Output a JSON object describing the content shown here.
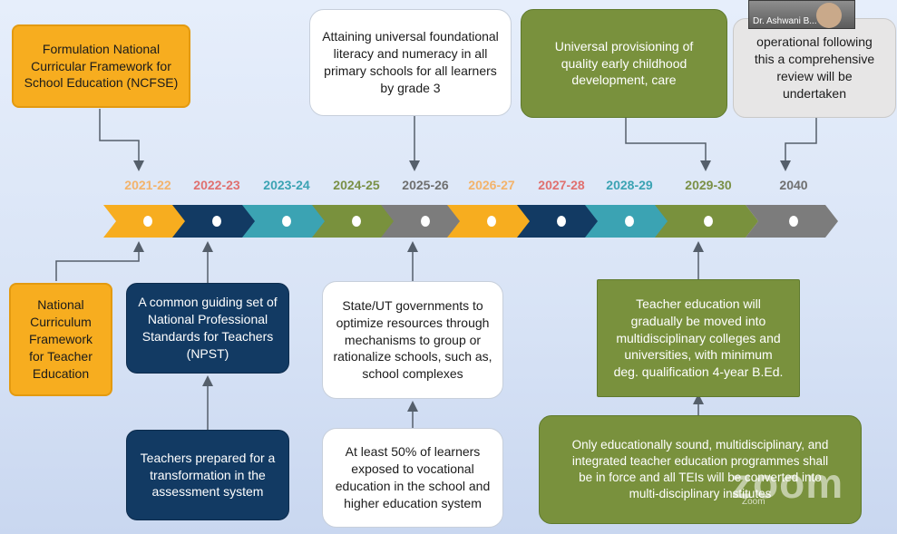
{
  "years": [
    "2021-22",
    "2022-23",
    "2023-24",
    "2024-25",
    "2025-26",
    "2026-27",
    "2027-28",
    "2028-29",
    "2029-30",
    "2040"
  ],
  "colors": {
    "orange": "#f7ad1f",
    "navy": "#123a63",
    "teal": "#3ba3b3",
    "olive": "#79913d",
    "gray": "#7c7c7c",
    "connector": "#555f6b",
    "year_2021": "#f3b36b",
    "year_2022": "#e0706f",
    "year_2023": "#3ba3b3",
    "year_2024": "#7a9046",
    "year_2025": "#6f6f6f",
    "year_2026": "#f3b36b",
    "year_2027": "#e0706f",
    "year_2028": "#3ba3b3",
    "year_2029": "#7a9046",
    "year_2040": "#6f6f6f"
  },
  "boxes": {
    "ncfse": "Formulation National\nCurricular Framework for\nSchool Education (NCFSE)",
    "literacy": "Attaining universal foundational\nliteracy and numeracy in all\nprimary schools for all learners\nby grade 3",
    "ecce": "Universal provisioning of\nquality early childhood\ndevelopment, care",
    "review": "operational following\nthis a comprehensive\nreview will be\nundertaken",
    "ncfte": "National\nCurriculum\nFramework\nfor Teacher\nEducation",
    "npst": "A common guiding set of\nNational Professional\nStandards for Teachers\n(NPST)",
    "assessment": "Teachers prepared for a\ntransformation in the\nassessment system",
    "complexes": "State/UT governments to\noptimize resources through\nmechanisms to group or\nrationalize schools, such as,\nschool complexes",
    "vocational": "At least 50% of learners\nexposed to vocational\neducation in the school and\nhigher education system",
    "multidisciplinary": "Teacher education will\ngradually be moved into\nmultidisciplinary colleges and\nuniversities, with minimum\ndeg. qualification 4-year B.Ed.",
    "teis": "Only educationally sound, multidisciplinary, and\nintegrated teacher education programmes shall\nbe in force and all TEIs will be converted into\nmulti-disciplinary institutes"
  },
  "overlay": {
    "participant_name": "Dr. Ashwani B...",
    "watermark": "zoom",
    "watermark_sub": "Zoom"
  }
}
